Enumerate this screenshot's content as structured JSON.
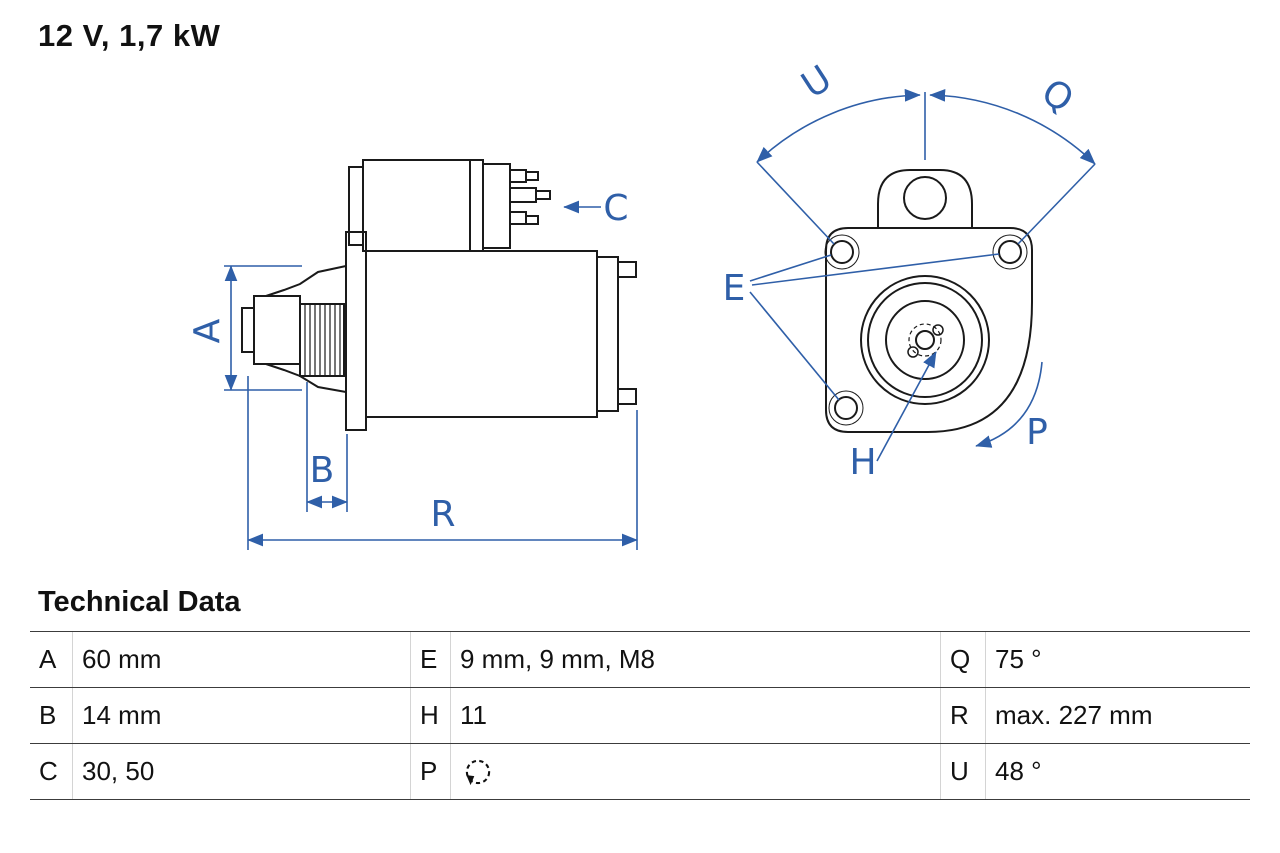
{
  "header": {
    "title": "12 V, 1,7 kW"
  },
  "diagram": {
    "description": "starter-motor-technical-drawing",
    "views": [
      "side-view",
      "front-view"
    ],
    "dimension_labels": {
      "A": "A",
      "B": "B",
      "C": "C",
      "R": "R",
      "E": "E",
      "H": "H",
      "P": "P",
      "Q": "Q",
      "U": "U"
    },
    "colors": {
      "dimension_blue": "#2f5fa8",
      "drawing_black": "#1a1a1a"
    }
  },
  "technical_data": {
    "heading": "Technical Data",
    "rows": [
      {
        "cells": [
          {
            "key": "A",
            "value": "60 mm"
          },
          {
            "key": "E",
            "value": "9 mm, 9 mm, M8"
          },
          {
            "key": "Q",
            "value": "75 °"
          }
        ]
      },
      {
        "cells": [
          {
            "key": "B",
            "value": "14 mm"
          },
          {
            "key": "H",
            "value": "11"
          },
          {
            "key": "R",
            "value": "max. 227 mm"
          }
        ]
      },
      {
        "cells": [
          {
            "key": "C",
            "value": "30, 50"
          },
          {
            "key": "P",
            "value": "",
            "icon": "rotation-direction-icon"
          },
          {
            "key": "U",
            "value": "48 °"
          }
        ]
      }
    ]
  }
}
